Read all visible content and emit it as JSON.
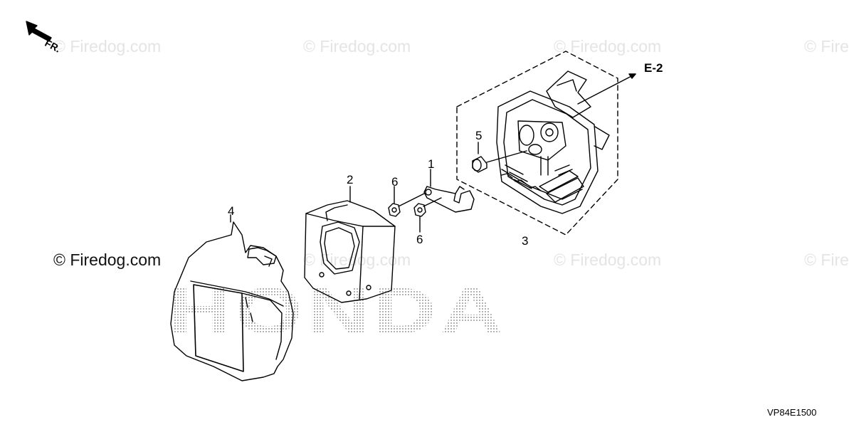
{
  "watermarks": {
    "text": "© Firedog.com",
    "partial_text": "© Fire"
  },
  "brand_watermark": "HONDA",
  "direction": {
    "label": "FR."
  },
  "reference": {
    "label": "E-2"
  },
  "diagram_code": "VP84E1500",
  "callouts": {
    "c1": "1",
    "c2": "2",
    "c3": "3",
    "c4": "4",
    "c5": "5",
    "c6a": "6",
    "c6b": "6"
  },
  "colors": {
    "line": "#000000",
    "watermark": "#e4e4e4",
    "brand_dots": "#9a9a9a"
  }
}
